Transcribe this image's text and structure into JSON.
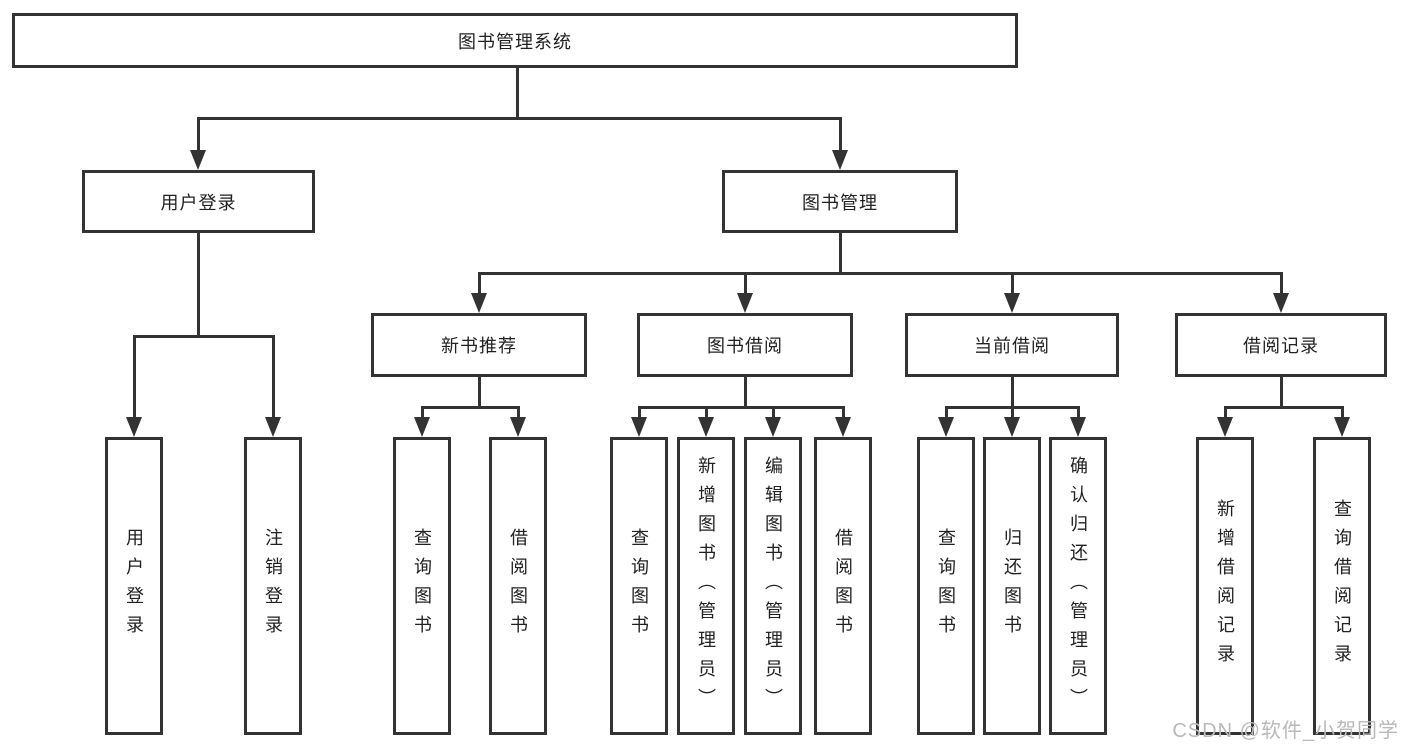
{
  "diagram_type": "hierarchy-tree",
  "tree": {
    "label": "图书管理系统",
    "children": [
      {
        "label": "用户登录",
        "children": [
          {
            "label": "用户登录"
          },
          {
            "label": "注销登录"
          }
        ]
      },
      {
        "label": "图书管理",
        "children": [
          {
            "label": "新书推荐",
            "children": [
              {
                "label": "查询图书"
              },
              {
                "label": "借阅图书"
              }
            ]
          },
          {
            "label": "图书借阅",
            "children": [
              {
                "label": "查询图书"
              },
              {
                "label": "新增图书（管理员）"
              },
              {
                "label": "编辑图书（管理员）"
              },
              {
                "label": "借阅图书"
              }
            ]
          },
          {
            "label": "当前借阅",
            "children": [
              {
                "label": "查询图书"
              },
              {
                "label": "归还图书"
              },
              {
                "label": "确认归还（管理员）"
              }
            ]
          },
          {
            "label": "借阅记录",
            "children": [
              {
                "label": "新增借阅记录"
              },
              {
                "label": "查询借阅记录"
              }
            ]
          }
        ]
      }
    ]
  },
  "watermark": {
    "text": "CSDN @软件_小贺同学",
    "color": "#b9b9b9"
  },
  "colors": {
    "line": "#333333",
    "text": "#212121",
    "background": "#ffffff"
  }
}
